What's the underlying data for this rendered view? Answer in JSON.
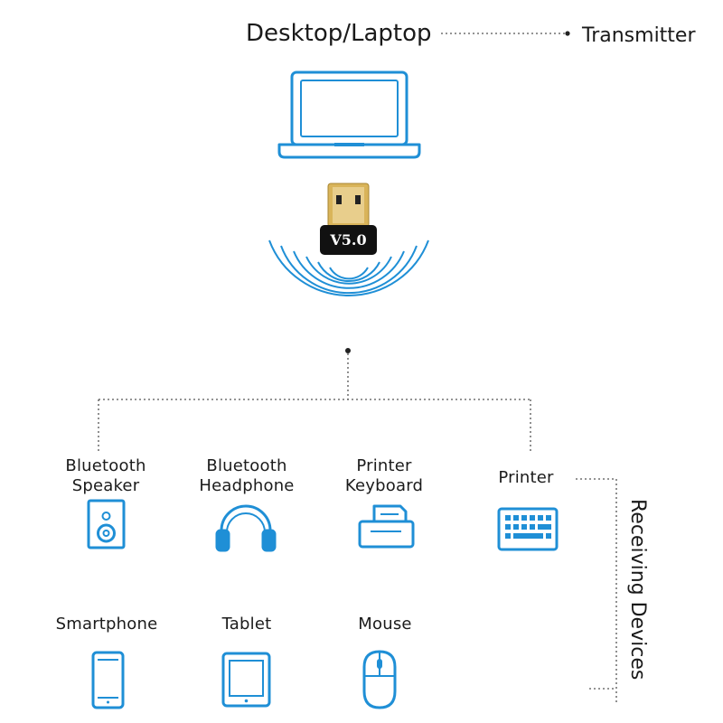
{
  "transmitter": {
    "source_label": "Desktop/Laptop",
    "role_label": "Transmitter",
    "dongle_version": "V5.0"
  },
  "receivers": {
    "group_label": "Receiving Devices",
    "row1": [
      {
        "label": "Bluetooth\nSpeaker",
        "icon": "speaker-icon"
      },
      {
        "label": "Bluetooth\nHeadphone",
        "icon": "headphone-icon"
      },
      {
        "label": "Printer\nKeyboard",
        "icon": "printer-icon"
      },
      {
        "label": "Printer",
        "icon": "keyboard-icon"
      }
    ],
    "row2": [
      {
        "label": "Smartphone",
        "icon": "smartphone-icon"
      },
      {
        "label": "Tablet",
        "icon": "tablet-icon"
      },
      {
        "label": "Mouse",
        "icon": "mouse-icon"
      }
    ]
  },
  "colors": {
    "icon_blue": "#1f8fd6",
    "connector_gold": "#d9b45a",
    "dongle_black": "#111111",
    "line": "#555555"
  }
}
